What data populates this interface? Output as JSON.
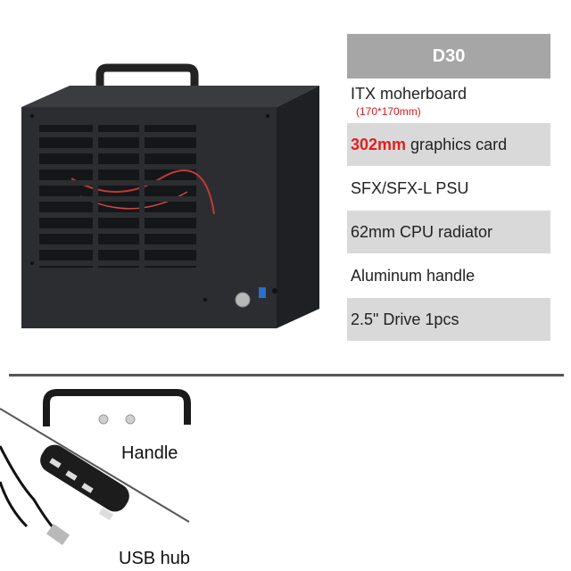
{
  "specs": {
    "model": "D30",
    "rows": [
      {
        "text": "ITX moherboard",
        "note": "(170*170mm)"
      },
      {
        "highlight": "302mm",
        "text": " graphics card"
      },
      {
        "text": "SFX/SFX-L PSU"
      },
      {
        "text": "62mm CPU radiator"
      },
      {
        "text": "Aluminum handle"
      },
      {
        "text": "2.5\" Drive 1pcs"
      }
    ]
  },
  "accessories": {
    "handle_label": "Handle",
    "usb_hub_label": "USB hub"
  },
  "colors": {
    "header_bg": "#a6a6a6",
    "row_shade": "#d9d9d9",
    "highlight": "#e02020",
    "case_body": "#2b2d30"
  }
}
